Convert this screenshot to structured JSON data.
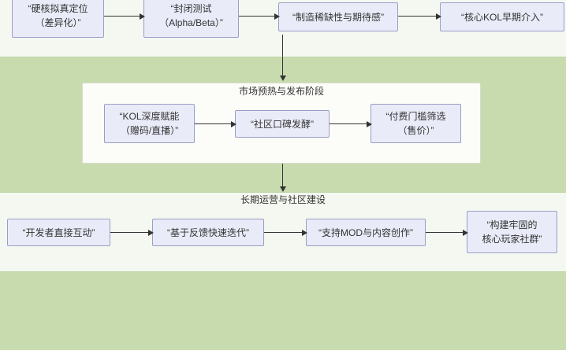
{
  "colors": {
    "page_bg": "#f5f8f1",
    "band_green": "#c8dbae",
    "node_fill": "#e9ebf8",
    "node_border": "#9a9ec6",
    "subgraph_fill": "#fcfdf8",
    "subgraph_border": "#d8dccc",
    "arrow": "#333333",
    "text": "#333333"
  },
  "titles": {
    "market": "市场预热与发布阶段",
    "longterm": "长期运营与社区建设"
  },
  "nodes": {
    "top": [
      {
        "label": "“硬核拟真定位\n（差异化）”"
      },
      {
        "label": "“封闭测试\n（Alpha/Beta）”"
      },
      {
        "label": "“制造稀缺性与期待感”"
      },
      {
        "label": "“核心KOL早期介入”"
      }
    ],
    "market": [
      {
        "label": "“KOL深度赋能\n（赠码/直播）”"
      },
      {
        "label": "“社区口碑发酵”"
      },
      {
        "label": "“付费门槛筛选\n（售价）”"
      }
    ],
    "longterm": [
      {
        "label": "“开发者直接互动”"
      },
      {
        "label": "“基于反馈快速迭代”"
      },
      {
        "label": "“支持MOD与内容创作”"
      },
      {
        "label": "“构建牢固的\n核心玩家社群”"
      }
    ]
  }
}
